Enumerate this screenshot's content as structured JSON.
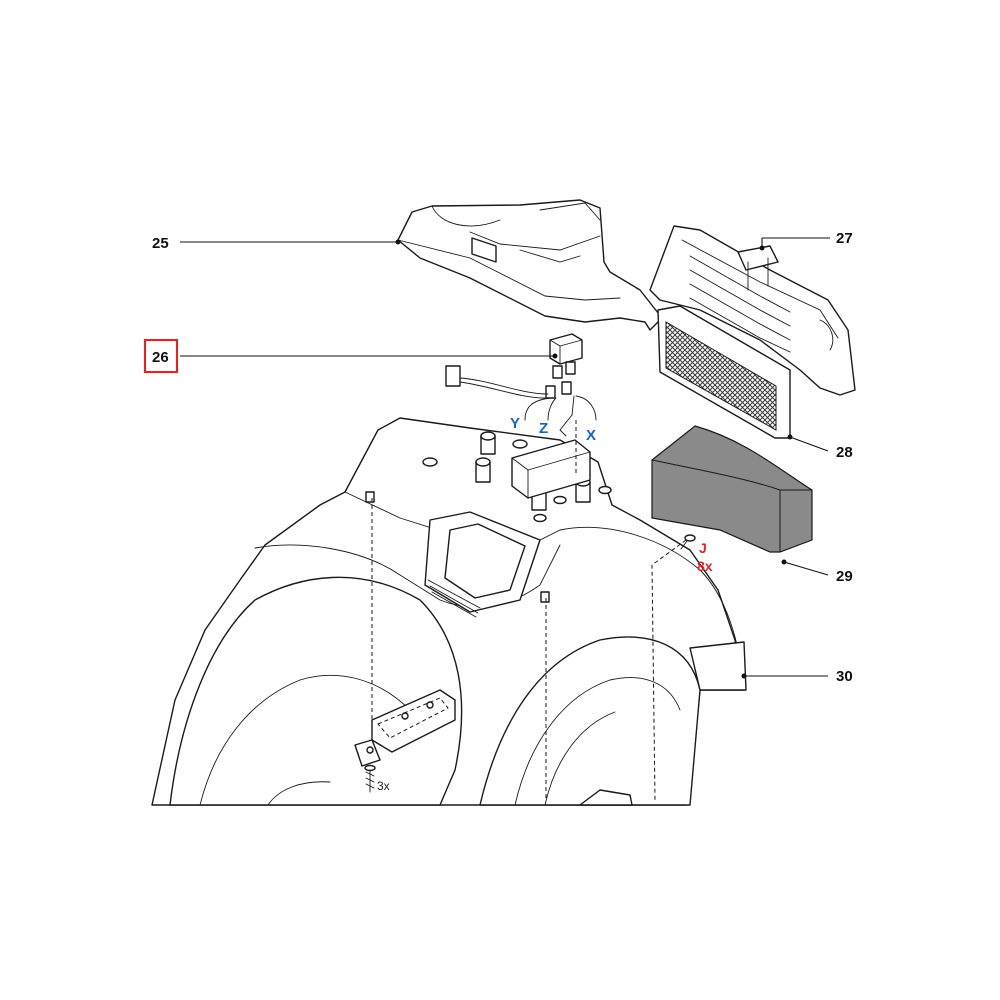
{
  "callouts": {
    "p25": "25",
    "p26": "26",
    "p27": "27",
    "p28": "28",
    "p29": "29",
    "p30": "30"
  },
  "wire_labels": {
    "y": "Y",
    "z": "Z",
    "x": "X"
  },
  "screw_j": {
    "letter": "J",
    "qty": "8x"
  },
  "screw_bottom": {
    "qty": "3x"
  },
  "colors": {
    "highlight_box": "#d32a2a",
    "wire_label": "#1565c0",
    "screw_label": "#d32a2a",
    "foam_fill": "#8a8a8a",
    "grille_fill": "#555555"
  }
}
